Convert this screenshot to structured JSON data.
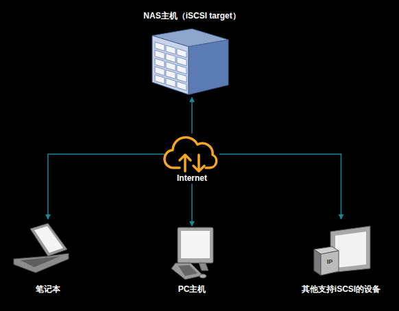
{
  "diagram": {
    "nodes": [
      {
        "text": [
          "NAS主机（iSCSI target）"
        ]
      },
      {
        "text": [
          "Internet"
        ]
      },
      {
        "text": [
          "笔记本"
        ]
      },
      {
        "text": [
          "PC主机"
        ]
      },
      {
        "text": [
          "其他支持iSCSI的设备"
        ]
      }
    ],
    "edges": [
      {
        "from": 1,
        "to": 0,
        "arrow": "to"
      },
      {
        "from": 1,
        "to": 2,
        "arrow": "to"
      },
      {
        "from": 1,
        "to": 3,
        "arrow": "to"
      },
      {
        "from": 1,
        "to": 4,
        "arrow": "to"
      }
    ],
    "labels": [
      "IP"
    ]
  }
}
